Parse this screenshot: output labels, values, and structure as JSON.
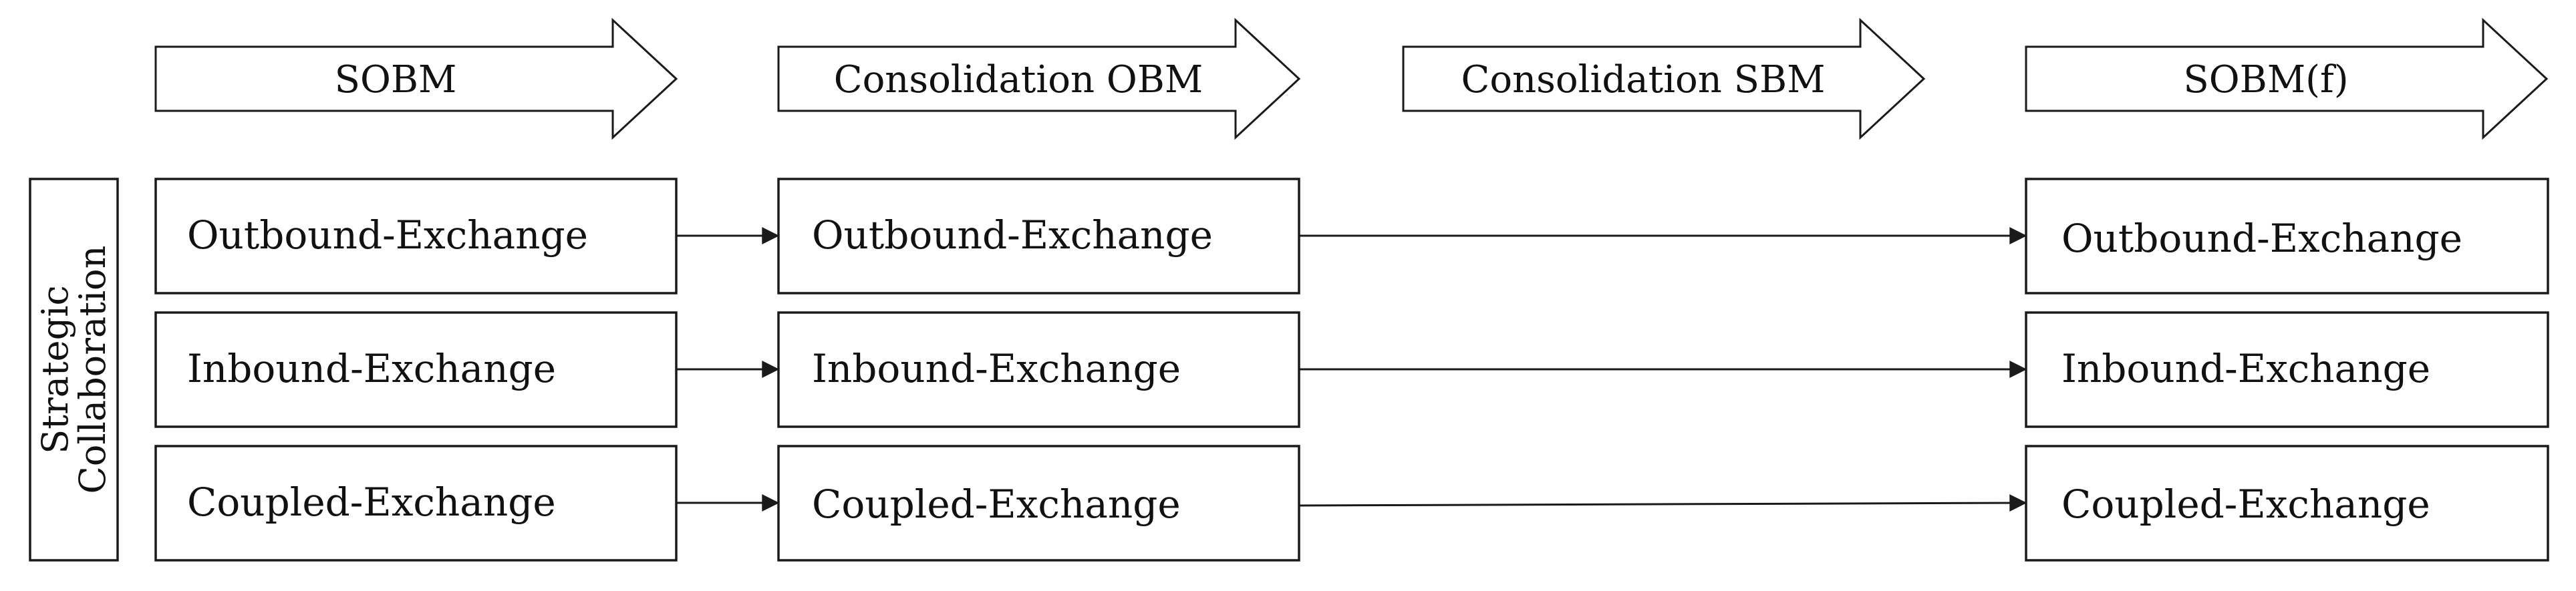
{
  "diagram": {
    "stages": [
      {
        "label": "SOBM"
      },
      {
        "label": "Consolidation OBM"
      },
      {
        "label": "Consolidation SBM"
      },
      {
        "label": "SOBM(f)"
      }
    ],
    "side_label": {
      "line1": "Strategic",
      "line2": "Collaboration"
    },
    "columns": [
      {
        "rows": [
          "Outbound-Exchange",
          "Inbound-Exchange",
          "Coupled-Exchange"
        ]
      },
      {
        "rows": [
          "Outbound-Exchange",
          "Inbound-Exchange",
          "Coupled-Exchange"
        ]
      },
      {
        "rows": [
          "Outbound-Exchange",
          "Inbound-Exchange",
          "Coupled-Exchange"
        ]
      }
    ],
    "connections": [
      {
        "from": "column-1",
        "to": "column-2"
      },
      {
        "from": "column-2",
        "to": "column-3"
      }
    ]
  }
}
